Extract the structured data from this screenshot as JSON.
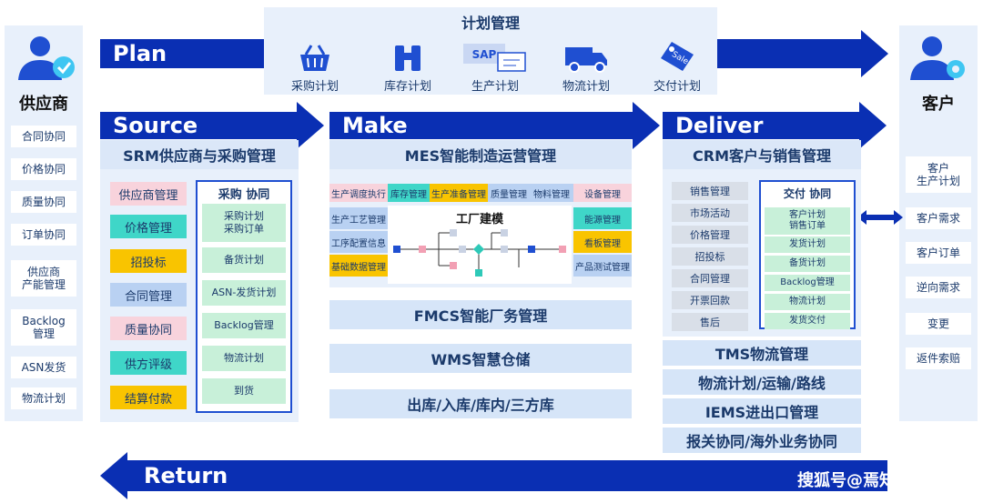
{
  "supplier": {
    "title": "供应商",
    "items": [
      "合同协同",
      "价格协同",
      "质量协同",
      "订单协同",
      "供应商\n产能管理",
      "Backlog\n管理",
      "ASN发货",
      "物流计划"
    ]
  },
  "customer": {
    "title": "客户",
    "items": [
      "客户\n生产计划",
      "客户需求",
      "客户订单",
      "逆向需求",
      "变更",
      "返件索赔"
    ]
  },
  "plan": {
    "label": "Plan",
    "title": "计划管理",
    "icons": [
      {
        "icon": "basket-icon",
        "label": "采购计划"
      },
      {
        "icon": "binoculars-icon",
        "label": "库存计划"
      },
      {
        "icon": "sap-icon",
        "label": "生产计划",
        "brand": "SAP"
      },
      {
        "icon": "truck-icon",
        "label": "物流计划"
      },
      {
        "icon": "sale-tag-icon",
        "label": "交付计划",
        "brand": "Sale"
      }
    ]
  },
  "source": {
    "label": "Source",
    "title": "SRM供应商与采购管理",
    "left": [
      {
        "text": "供应商管理",
        "color": "pink"
      },
      {
        "text": "价格管理",
        "color": "teal"
      },
      {
        "text": "招投标",
        "color": "yellow"
      },
      {
        "text": "合同管理",
        "color": "blue"
      },
      {
        "text": "质量协同",
        "color": "pink"
      },
      {
        "text": "供方评级",
        "color": "teal"
      },
      {
        "text": "结算付款",
        "color": "yellow"
      }
    ],
    "coop_title": "采购 协同",
    "coop": [
      "采购计划\n采购订单",
      "备货计划",
      "ASN-发货计划",
      "Backlog管理",
      "物流计划",
      "到货"
    ]
  },
  "make": {
    "label": "Make",
    "title": "MES智能制造运营管理",
    "top_tags": [
      {
        "text": "生产调度执行",
        "color": "pink"
      },
      {
        "text": "库存管理",
        "color": "teal"
      },
      {
        "text": "生产准备管理",
        "color": "yellow"
      },
      {
        "text": "质量管理",
        "color": "blue"
      },
      {
        "text": "物料管理",
        "color": "blue"
      },
      {
        "text": "设备管理",
        "color": "pink"
      }
    ],
    "left_tags": [
      {
        "text": "生产工艺管理",
        "color": "blue"
      },
      {
        "text": "工序配置信息",
        "color": "blue"
      },
      {
        "text": "基础数据管理",
        "color": "yellow"
      }
    ],
    "right_tags": [
      {
        "text": "能源管理",
        "color": "teal"
      },
      {
        "text": "看板管理",
        "color": "yellow"
      },
      {
        "text": "产品测试管理",
        "color": "blue"
      }
    ],
    "center_title": "工厂建模",
    "bars": [
      "FMCS智能厂务管理",
      "WMS智慧仓储",
      "出库/入库/库内/三方库"
    ]
  },
  "deliver": {
    "label": "Deliver",
    "title": "CRM客户与销售管理",
    "left": [
      "销售管理",
      "市场活动",
      "价格管理",
      "招投标",
      "合同管理",
      "开票回款",
      "售后"
    ],
    "coop_title": "交付 协同",
    "coop": [
      "客户计划\n销售订单",
      "发货计划",
      "备货计划",
      "Backlog管理",
      "物流计划",
      "发货交付"
    ],
    "bars": [
      "TMS物流管理",
      "物流计划/运输/路线",
      "IEMS进出口管理",
      "报关协同/海外业务协同"
    ]
  },
  "return": {
    "label": "Return"
  },
  "watermark": "搜狐号@焉知科技",
  "colors": {
    "brand": "#0a2fb3",
    "panel": "#e8f0fb"
  }
}
